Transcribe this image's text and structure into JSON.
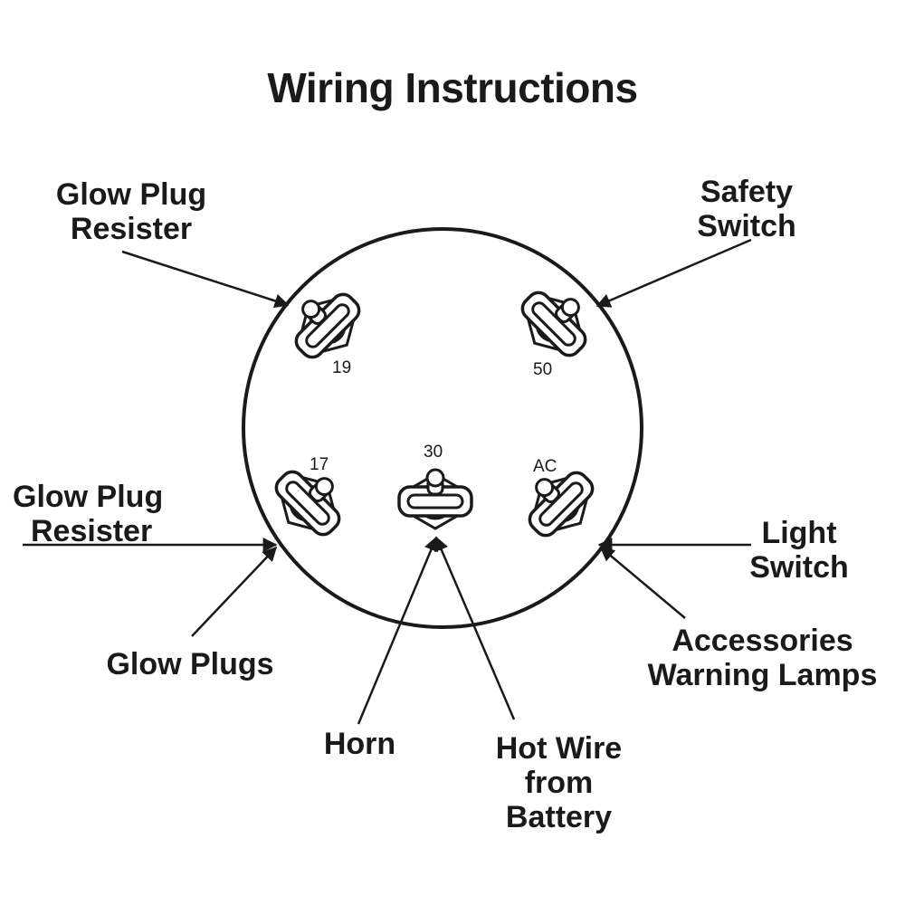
{
  "title": "Wiring Instructions",
  "callouts": {
    "glow_plug_resister_top": [
      "Glow Plug",
      "Resister"
    ],
    "safety_switch": [
      "Safety",
      "Switch"
    ],
    "glow_plug_resister_left": [
      "Glow Plug",
      "Resister"
    ],
    "light_switch": [
      "Light",
      "Switch"
    ],
    "glow_plugs": [
      "Glow Plugs"
    ],
    "accessories_warning_lamps": [
      "Accessories",
      "Warning Lamps"
    ],
    "horn": [
      "Horn"
    ],
    "hot_wire_from_battery": [
      "Hot Wire",
      "from",
      "Battery"
    ]
  },
  "terminals": {
    "t19": "19",
    "t50": "50",
    "t17": "17",
    "t30": "30",
    "tac": "AC"
  },
  "colors": {
    "ink": "#1a1a1a",
    "background": "#ffffff"
  }
}
